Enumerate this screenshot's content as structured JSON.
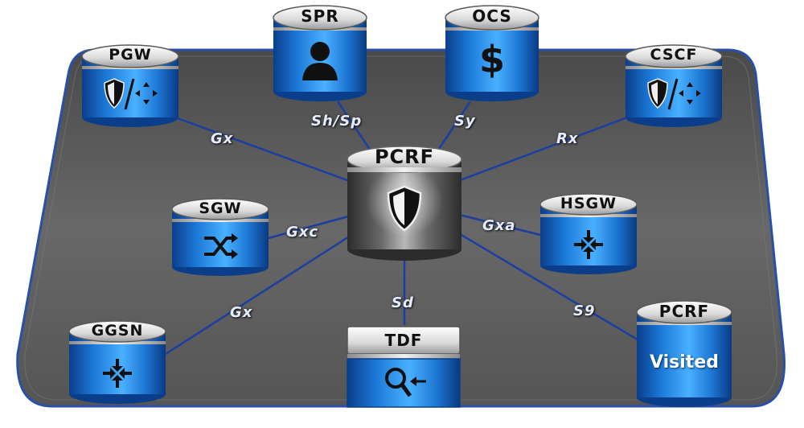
{
  "center": {
    "label": "PCRF",
    "icon": "shield-icon"
  },
  "nodes": {
    "spr": {
      "label": "SPR",
      "icon": "user-icon"
    },
    "ocs": {
      "label": "OCS",
      "icon": "dollar-icon"
    },
    "pgw": {
      "label": "PGW",
      "icon": "shield-arrows-icon"
    },
    "cscf": {
      "label": "CSCF",
      "icon": "shield-arrows-icon"
    },
    "sgw": {
      "label": "SGW",
      "icon": "swap-arrows-icon"
    },
    "hsgw": {
      "label": "HSGW",
      "icon": "converge-arrows-icon"
    },
    "ggsn": {
      "label": "GGSN",
      "icon": "converge-arrows-icon"
    },
    "tdf": {
      "label": "TDF",
      "icon": "magnifier-icon"
    },
    "pcrf_visited": {
      "label": "PCRF",
      "body_text": "Visited"
    }
  },
  "interfaces": {
    "pgw": "Gx",
    "spr": "Sh/Sp",
    "ocs": "Sy",
    "cscf": "Rx",
    "sgw": "Gxc",
    "hsgw": "Gxa",
    "ggsn": "Gx",
    "tdf": "Sd",
    "pcrf_visited": "S9"
  },
  "colors": {
    "platform": "#5a5a5a",
    "platform_border": "#2a4fa8",
    "link": "#1a3fa0",
    "cylinder_blue": "#1a7fe0",
    "cylinder_cap": "#d6d6d6",
    "center_body": "#6e6e6e"
  }
}
